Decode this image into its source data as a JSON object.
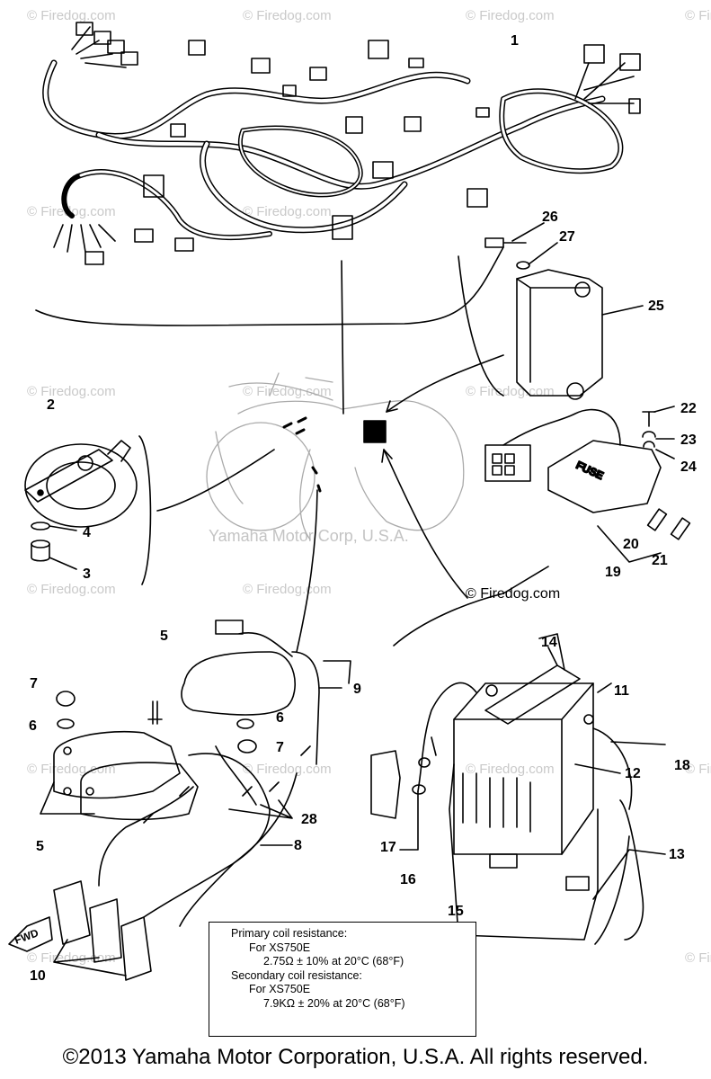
{
  "callouts": {
    "c1": "1",
    "c2": "2",
    "c3": "3",
    "c4": "4",
    "c5a": "5",
    "c5b": "5",
    "c6a": "6",
    "c6b": "6",
    "c7a": "7",
    "c7b": "7",
    "c8": "8",
    "c9": "9",
    "c10": "10",
    "c11": "11",
    "c12": "12",
    "c13": "13",
    "c14": "14",
    "c15": "15",
    "c16": "16",
    "c17": "17",
    "c18": "18",
    "c19": "19",
    "c20": "20",
    "c21": "21",
    "c22": "22",
    "c23": "23",
    "c24": "24",
    "c25": "25",
    "c26": "26",
    "c27": "27",
    "c28": "28"
  },
  "watermarks": {
    "firedog": "© Firedog.com",
    "center": "Yamaha Motor Corp, U.S.A.",
    "link_label": "© Firedog.com"
  },
  "labels": {
    "fuse": "FUSE",
    "fwd": "FWD"
  },
  "spec_note": {
    "primary_title": "Primary coil resistance:",
    "primary_model": "For XS750E",
    "primary_value": "2.75Ω ± 10% at 20°C (68°F)",
    "secondary_title": "Secondary coil resistance:",
    "secondary_model": "For XS750E",
    "secondary_value": "7.9KΩ ± 20% at 20°C (68°F)"
  },
  "footer": {
    "copyright": "©2013 Yamaha Motor Corporation, U.S.A. All rights reserved."
  }
}
